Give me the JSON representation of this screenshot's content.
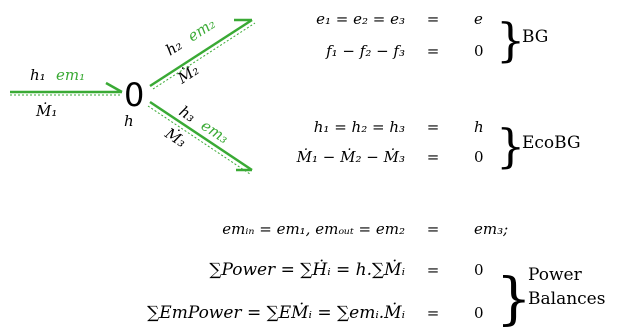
{
  "diagram": {
    "junction_symbol": "0",
    "junction_variable": "h",
    "bonds": [
      {
        "name": "inlet",
        "effort": "h₁",
        "emergy": "em₁",
        "flow": "Ṁ₁"
      },
      {
        "name": "outlet-1",
        "effort": "h₂",
        "emergy": "em₂",
        "flow": "Ṁ₂"
      },
      {
        "name": "outlet-2",
        "effort": "h₃",
        "emergy": "em₃",
        "flow": "Ṁ₃"
      }
    ]
  },
  "equations": {
    "bg": {
      "label": "BG",
      "row1": {
        "lhs": "e₁ = e₂ = e₃",
        "eq": "=",
        "rhs": "e"
      },
      "row2": {
        "lhs": "f₁ − f₂ − f₃",
        "eq": "=",
        "rhs": "0"
      }
    },
    "ecobg": {
      "label": "EcoBG",
      "row1": {
        "lhs": "h₁ = h₂ = h₃",
        "eq": "=",
        "rhs": "h"
      },
      "row2": {
        "lhs": "Ṁ₁ − Ṁ₂ − Ṁ₃",
        "eq": "=",
        "rhs": "0"
      }
    },
    "emergy": {
      "row1": {
        "lhs": "emᵢₙ = em₁, emₒᵤₜ = em₂",
        "eq": "=",
        "rhs": "em₃;"
      },
      "row2": {
        "lhs": "∑Power = ∑Ḣᵢ = h.∑Ṁᵢ",
        "eq": "=",
        "rhs": "0"
      },
      "row3": {
        "lhs": "∑EmPower = ∑EṀᵢ = ∑emᵢ.Ṁᵢ",
        "eq": "=",
        "rhs": "0"
      },
      "label_line1": "Power",
      "label_line2": "Balances"
    }
  },
  "colors": {
    "emergy_bond": "#3aaa35",
    "text": "#000000"
  }
}
